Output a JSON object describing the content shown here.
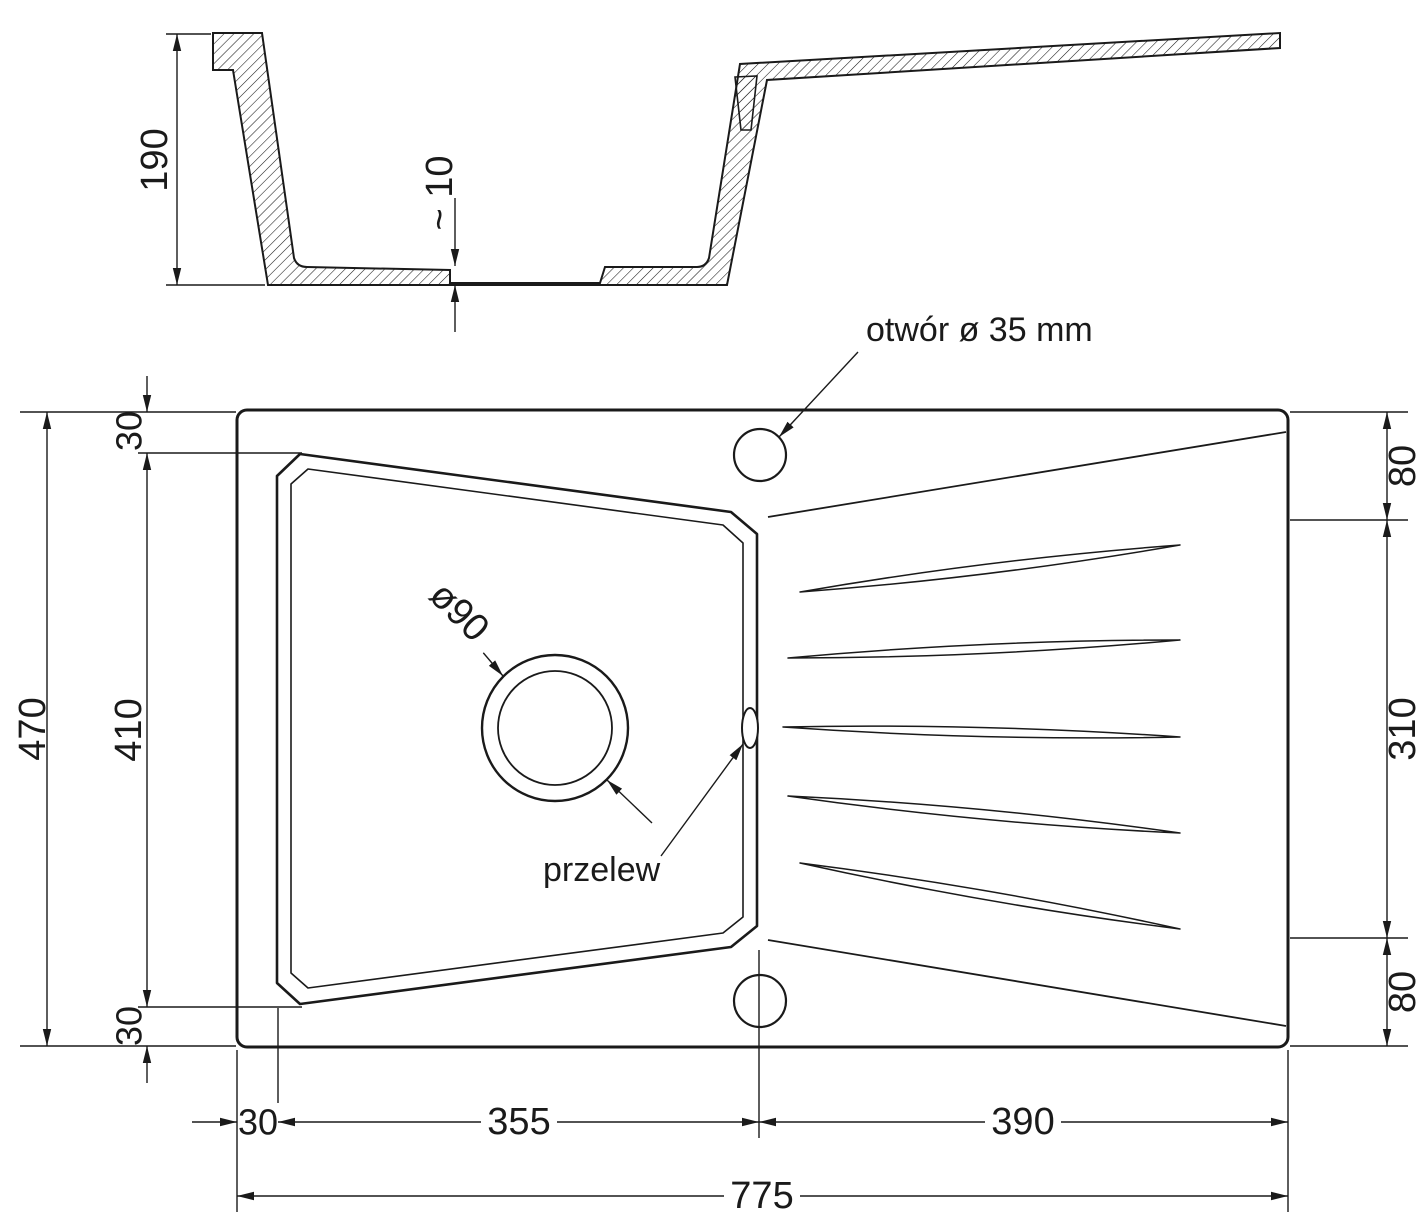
{
  "section": {
    "depth": "190",
    "thickness": "~ 10"
  },
  "view": {
    "tap_hole_note": "otwór ø 35 mm",
    "drain_note": "ø90",
    "overflow_note": "przelew"
  },
  "dims": {
    "total_height": "470",
    "inner_height": "410",
    "margin_top": "30",
    "margin_bottom": "30",
    "margin_left": "30",
    "right_top": "80",
    "drainer_height": "310",
    "right_bottom": "80",
    "bowl_width": "355",
    "drainer_width": "390",
    "total_width": "775"
  },
  "colors": {
    "line": "#1a1a1a",
    "background": "#ffffff"
  }
}
